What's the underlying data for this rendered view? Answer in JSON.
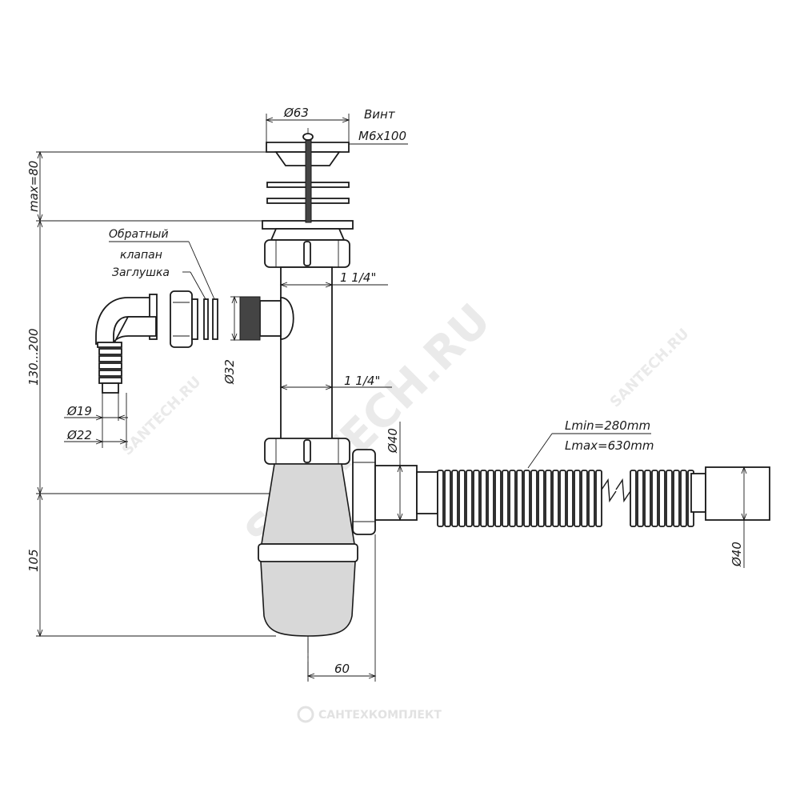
{
  "drawing": {
    "dimensions": {
      "strainer_diameter": "Ø63",
      "screw_label_line1": "Винт",
      "screw_label_line2": "M6x100",
      "max_height": "max=80",
      "height_range": "130...200",
      "base_height": "105",
      "thread_upper": "1 1/4\"",
      "thread_lower": "1 1/4\"",
      "side_diameter": "Ø32",
      "hose_diameter_inner": "Ø19",
      "hose_diameter_outer": "Ø22",
      "outlet_diameter": "Ø40",
      "pipe_end_diameter": "Ø40",
      "length_min": "Lmin=280mm",
      "length_max": "Lmax=630mm",
      "offset": "60"
    },
    "labels": {
      "check_valve_line1": "Обратный",
      "check_valve_line2": "клапан",
      "plug": "Заглушка"
    },
    "watermark": {
      "main": "SANTECH.RU",
      "small": "SANTECH.RU",
      "footer": "САНТЕХКОМПЛЕКТ"
    }
  }
}
